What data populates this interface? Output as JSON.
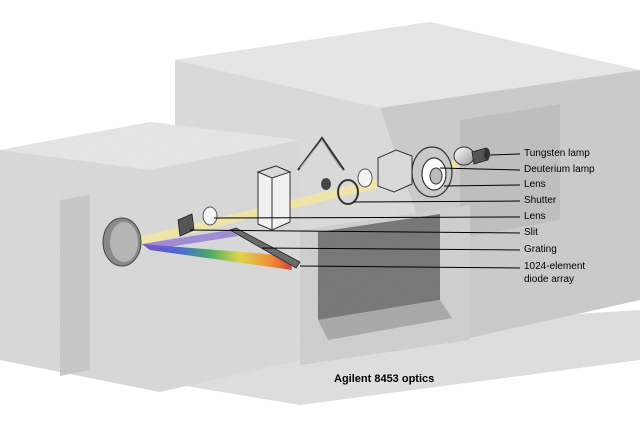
{
  "caption": "Agilent 8453 optics",
  "labels": {
    "tungsten_lamp": "Tungsten lamp",
    "deuterium_lamp": "Deuterium  lamp",
    "lens_1": "Lens",
    "shutter": "Shutter",
    "lens_2": "Lens",
    "slit": "Slit",
    "grating": "Grating",
    "diode_array_line1": "1024-element",
    "diode_array_line2": "diode array"
  },
  "colors": {
    "instrument_body": "#dcdcdc",
    "instrument_shadow": "#b9b9b9",
    "light_beam": "#f3e6a0",
    "leader_line": "#000000"
  }
}
